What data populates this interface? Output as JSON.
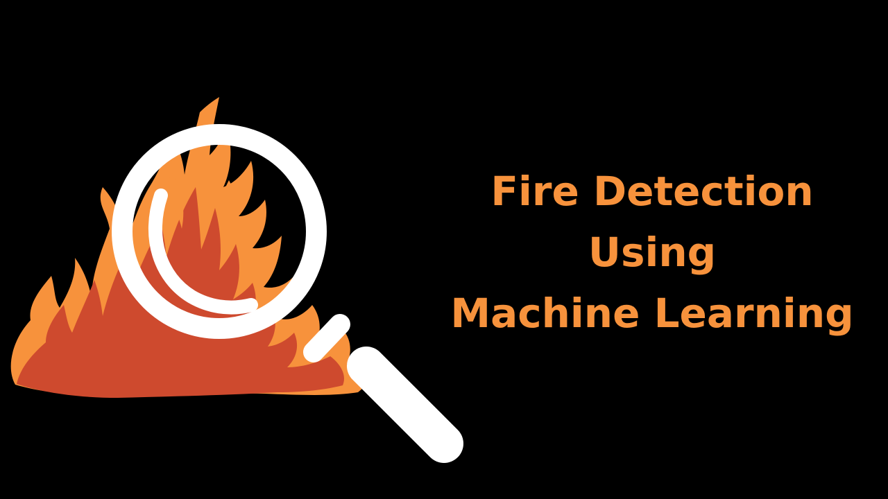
{
  "thumbnail": {
    "title_lines": [
      "Fire Detection",
      "Using",
      "Machine Learning"
    ]
  },
  "icons": {
    "fire": "fire-icon",
    "magnifier": "magnifying-glass-icon"
  },
  "colors": {
    "background": "#000000",
    "title_text": "#F7923C",
    "flame_outer": "#F7923C",
    "flame_inner": "#CE4A2E",
    "magnifier": "#FFFFFF"
  }
}
